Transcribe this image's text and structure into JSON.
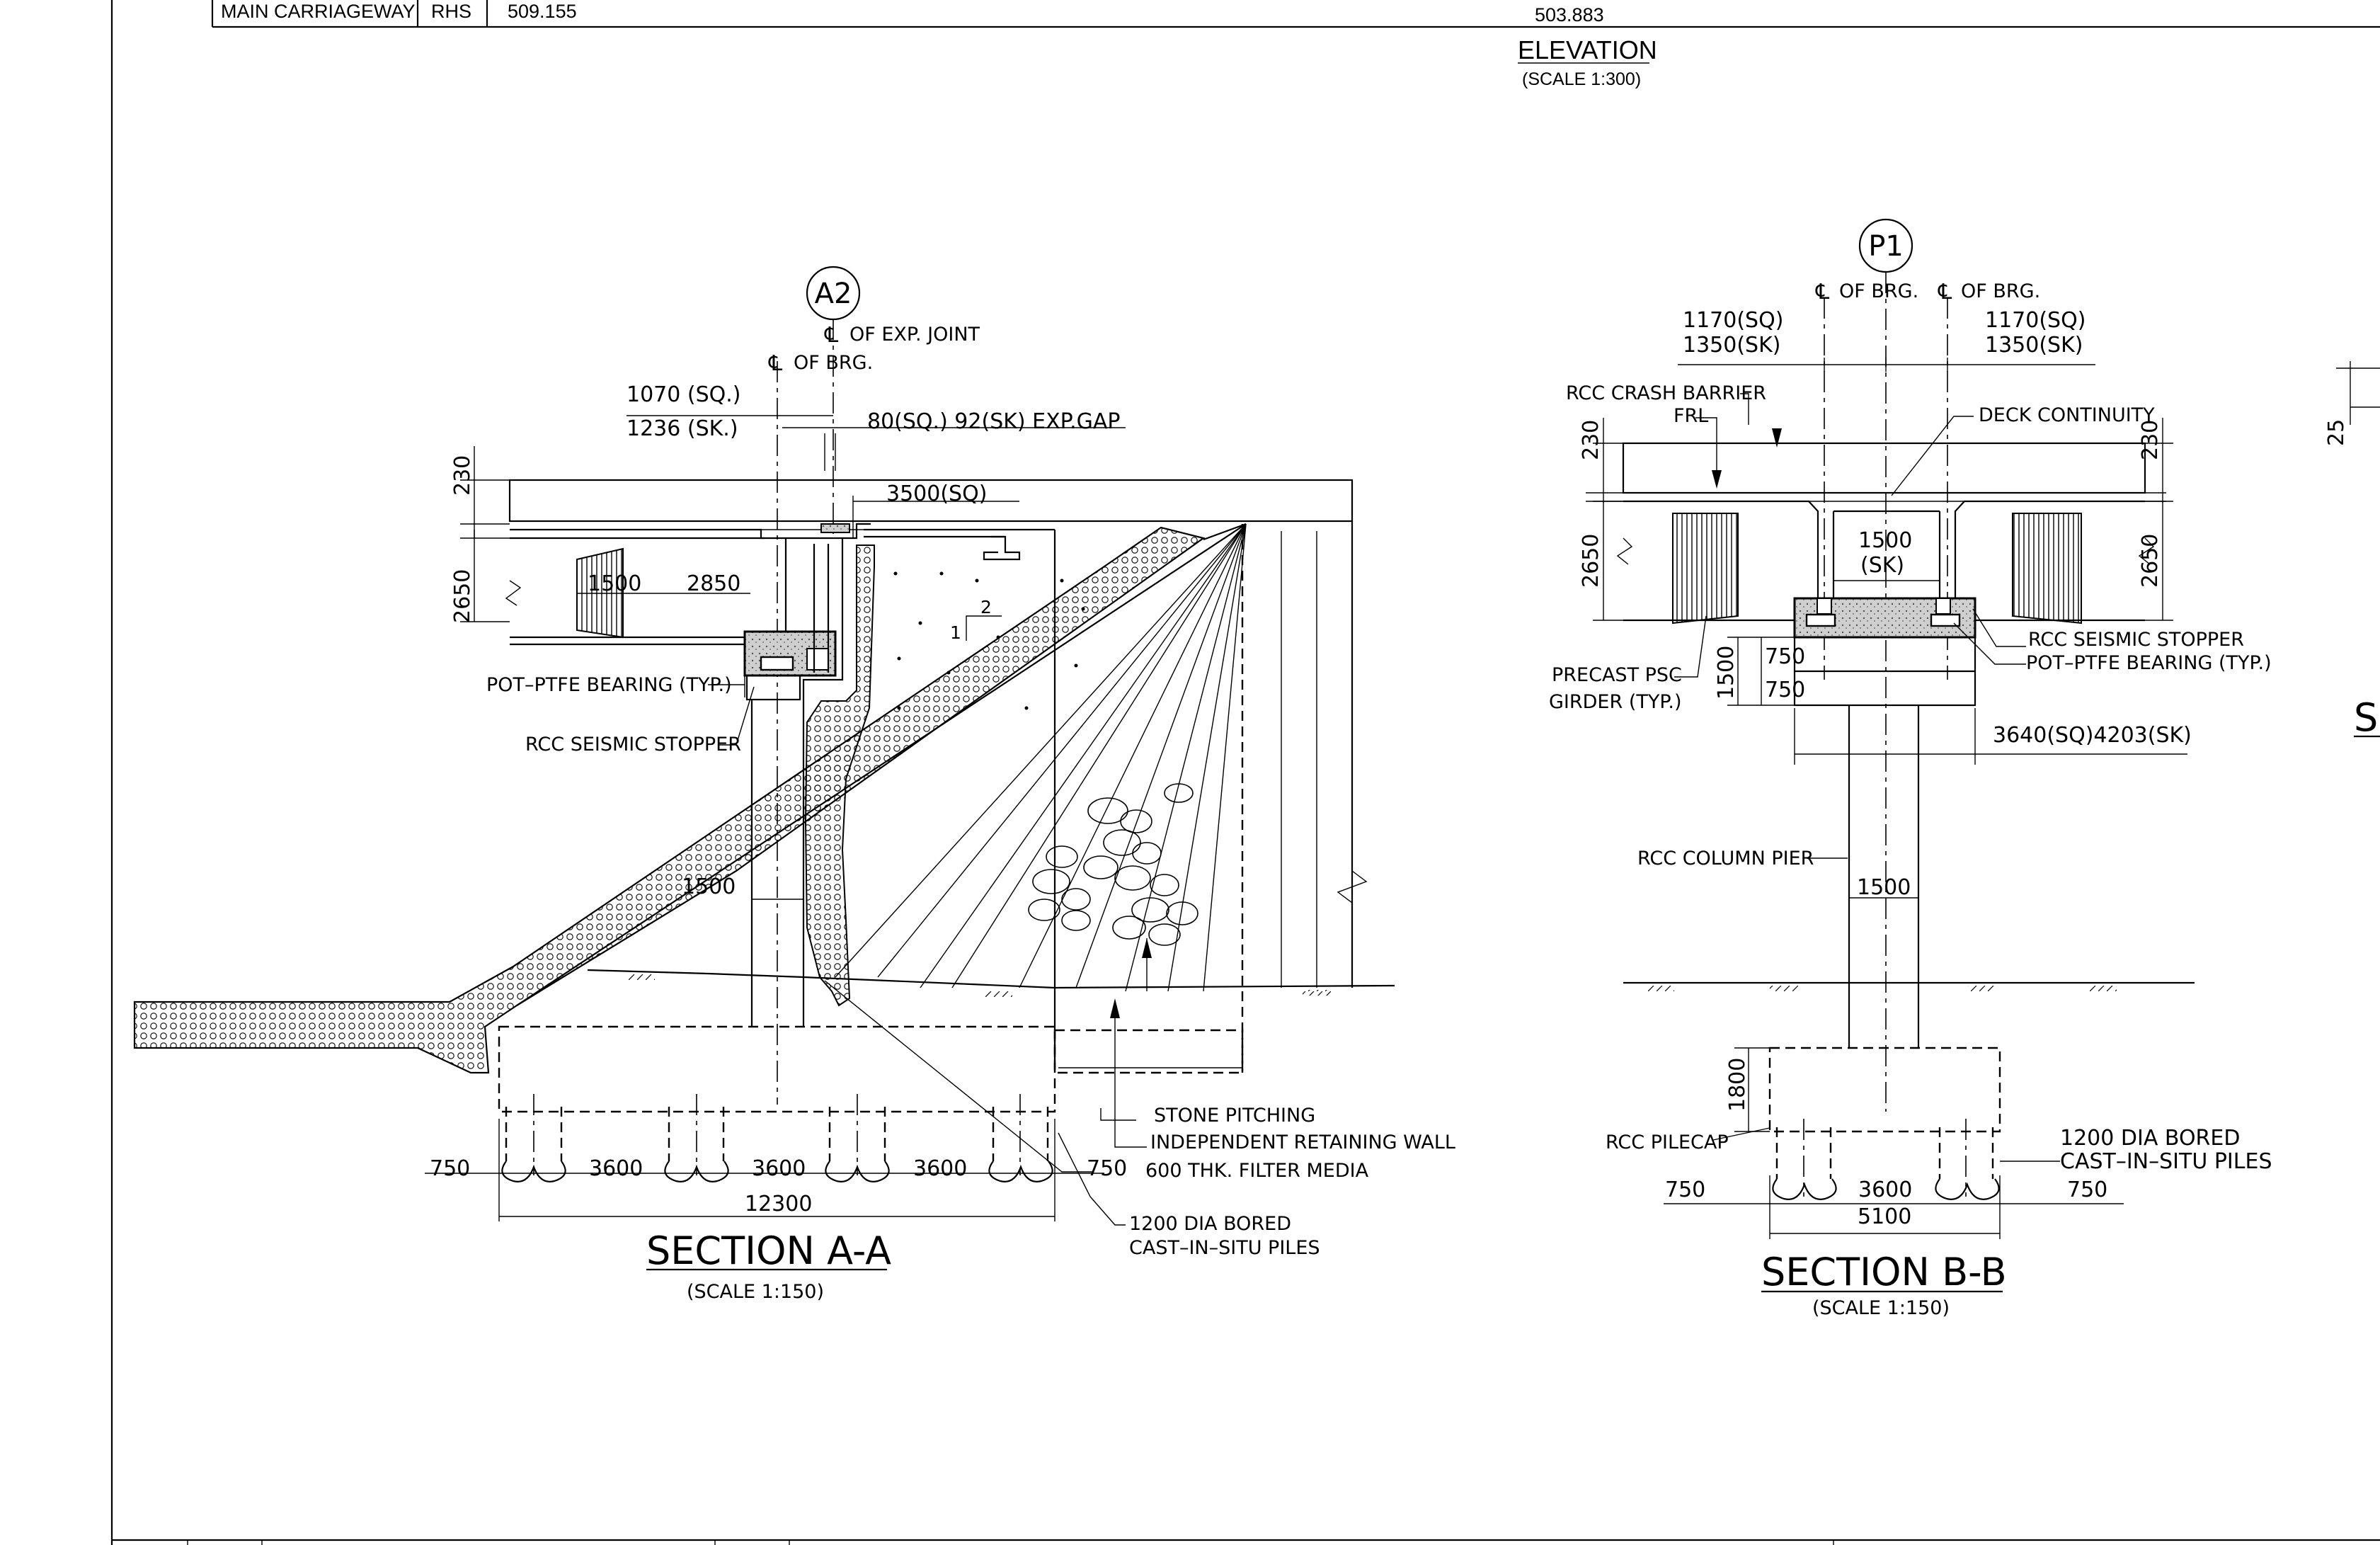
{
  "table": {
    "carriageway": "MAIN CARRIAGEWAY",
    "side": "RHS",
    "value1": "509.155",
    "value2": "503.883"
  },
  "elevation": {
    "title": "ELEVATION",
    "scale": "(SCALE 1:300)"
  },
  "section_a": {
    "tag": "A2",
    "cl_exp_joint": "OF EXP. JOINT",
    "cl_brg": "OF BRG.",
    "dim_1070": "1070  (SQ.)",
    "dim_1236": "1236  (SK.)",
    "exp_gap": "80(SQ.)  92(SK)  EXP.GAP",
    "dim_3500": "3500(SQ)",
    "dim_230": "230",
    "dim_2650": "2650",
    "dim_1500_top": "1500",
    "dim_2850": "2850",
    "slope_2": "2",
    "slope_1": "1",
    "bearing_label": "POT–PTFE  BEARING  (TYP.)",
    "stopper_label": "RCC  SEISMIC  STOPPER",
    "dim_1500_mid": "1500",
    "stone_pitching": "STONE  PITCHING",
    "retaining_wall": "INDEPENDENT  RETAINING  WALL",
    "filter_media": "600  THK.  FILTER  MEDIA",
    "piles_line1": "1200  DIA  BORED",
    "piles_line2": "CAST–IN–SITU  PILES",
    "dim_750_left": "750",
    "dim_3600_a": "3600",
    "dim_3600_b": "3600",
    "dim_3600_c": "3600",
    "dim_750_right": "750",
    "dim_12300": "12300",
    "title": "SECTION A-A",
    "scale": "(SCALE    1:150)"
  },
  "section_b": {
    "tag": "P1",
    "cl_brg_left": "OF  BRG.",
    "cl_brg_right": "OF  BRG.",
    "dim_1170_left": "1170(SQ)",
    "dim_1350_left": "1350(SK)",
    "dim_1170_right": "1170(SQ)",
    "dim_1350_right": "1350(SK)",
    "crash_barrier": "RCC  CRASH  BARRIER",
    "frl": "FRL",
    "deck_continuity": "DECK  CONTINUITY",
    "dim_230_left": "230",
    "dim_230_right": "230",
    "dim_2650_left": "2650",
    "dim_2650_right": "2650",
    "dim_1500_sk_1": "1500",
    "dim_1500_sk_2": "(SK)",
    "stopper_label": "RCC  SEISMIC  STOPPER",
    "bearing_label": "POT–PTFE  BEARING  (TYP.)",
    "girder_line1": "PRECAST  PSC",
    "girder_line2": "GIRDER  (TYP.)",
    "dim_1500_vert": "1500",
    "dim_750_a": "750",
    "dim_750_b": "750",
    "dim_pier_cap": "3640(SQ)4203(SK)",
    "column_label": "RCC  COLUMN  PIER",
    "dim_1500_col": "1500",
    "dim_1800": "1800",
    "pilecap_label": "RCC  PILECAP",
    "piles_line1": "1200  DIA  BORED",
    "piles_line2": "CAST–IN–SITU  PILES",
    "dim_750_left": "750",
    "dim_3600": "3600",
    "dim_750_right": "750",
    "dim_5100": "5100",
    "title": "SECTION B-B",
    "scale": "(SCALE    1:150)"
  },
  "edge": {
    "dim_25": "25",
    "letter": "S"
  }
}
